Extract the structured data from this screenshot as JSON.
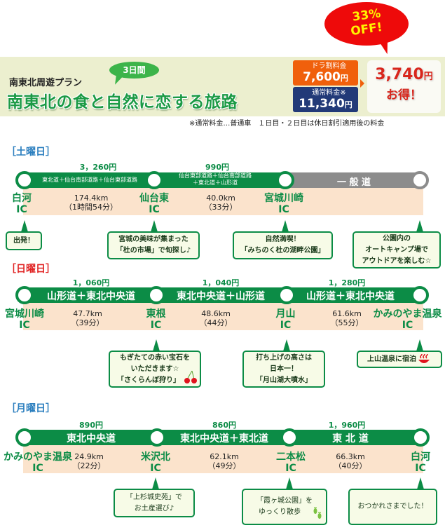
{
  "header": {
    "plan_subtitle": "南東北周遊プラン",
    "days_badge": "3日間",
    "plan_title": "南東北の食と自然に恋する旅路",
    "discount_bubble": {
      "line1": "33%",
      "line2": "OFF!"
    },
    "dora_fare": {
      "label": "ドラ割料金",
      "value": "7,600",
      "unit": "円",
      "color": "#f0600c"
    },
    "normal_fare": {
      "label": "通常料金※",
      "value": "11,340",
      "unit": "円",
      "color": "#223a78"
    },
    "savings": {
      "value": "3,740",
      "unit": "円",
      "label": "お得！",
      "color": "#d8261c"
    },
    "note": "※通常料金…普通車　１日目・２日目は休日割引適用後の料金"
  },
  "days": [
    {
      "label": "［土曜日］",
      "segments": [
        {
          "fee": "3，260円",
          "road": "東北道＋仙台南部道路＋仙台東部道路",
          "distance": "174.4km",
          "time": "（1時間54分）"
        },
        {
          "fee": "990円",
          "road_line1": "仙台東部道路＋仙台南部道路",
          "road_line2": "＋東北道＋山形道",
          "distance": "40.0km",
          "time": "（33分）"
        },
        {
          "fee": "",
          "road": "一 般 道",
          "distance": "",
          "time": ""
        }
      ],
      "interchanges": [
        {
          "name": "白河",
          "suffix": "IC"
        },
        {
          "name": "仙台東",
          "suffix": "IC"
        },
        {
          "name": "宮城川崎",
          "suffix": "IC"
        }
      ],
      "callouts": [
        {
          "text": [
            "出発！"
          ]
        },
        {
          "text": [
            "宮城の美味が集まった",
            "「杜の市場」で旬探し♪"
          ]
        },
        {
          "text": [
            "自然満喫！",
            "「みちのく杜の湖畔公園」"
          ]
        },
        {
          "text": [
            "公園内の",
            "オートキャンプ場で",
            "アウトドアを楽しむ☆"
          ]
        }
      ]
    },
    {
      "label": "［日曜日］",
      "segments": [
        {
          "fee": "1，060円",
          "road": "山形道＋東北中央道",
          "distance": "47.7km",
          "time": "（39分）"
        },
        {
          "fee": "1，040円",
          "road": "東北中央道＋山形道",
          "distance": "48.6km",
          "time": "（44分）"
        },
        {
          "fee": "1，280円",
          "road": "山形道＋東北中央道",
          "distance": "61.6km",
          "time": "（55分）"
        }
      ],
      "interchanges": [
        {
          "name": "宮城川崎",
          "suffix": "IC"
        },
        {
          "name": "東根",
          "suffix": "IC"
        },
        {
          "name": "月山",
          "suffix": "IC"
        },
        {
          "name": "かみのやま温泉",
          "suffix": "IC"
        }
      ],
      "callouts": [
        {
          "text": [
            "もぎたての赤い宝石を",
            "いただきます☆",
            "「さくらんぼ狩り」"
          ],
          "icon": "cherry-icon"
        },
        {
          "text": [
            "打ち上げの高さは",
            "日本一！",
            "「月山湖大噴水」"
          ]
        },
        {
          "text": [
            "上山温泉に宿泊"
          ],
          "icon": "hot-spring-icon"
        }
      ]
    },
    {
      "label": "［月曜日］",
      "segments": [
        {
          "fee": "890円",
          "road": "東北中央道",
          "distance": "24.9km",
          "time": "（22分）"
        },
        {
          "fee": "860円",
          "road": "東北中央道＋東北道",
          "distance": "62.1km",
          "time": "（49分）"
        },
        {
          "fee": "1，960円",
          "road": "東 北 道",
          "distance": "66.3km",
          "time": "（40分）"
        }
      ],
      "interchanges": [
        {
          "name": "かみのやま温泉",
          "suffix": "IC"
        },
        {
          "name": "米沢北",
          "suffix": "IC"
        },
        {
          "name": "二本松",
          "suffix": "IC"
        },
        {
          "name": "白河",
          "suffix": "IC"
        }
      ],
      "callouts": [
        {
          "text": [
            "「上杉城史苑」で",
            "お土産選び♪"
          ]
        },
        {
          "text": [
            "「霞ヶ城公園」を",
            "ゆっくり散歩"
          ],
          "icon": "footprints-icon"
        },
        {
          "text": [
            "おつかれさまでした！"
          ]
        }
      ]
    }
  ],
  "colors": {
    "road_green": "#0c8c46",
    "general_road_gray": "#8c8c8c",
    "band_peach": "#fbe3cc",
    "header_bg": "#ecefcf"
  }
}
